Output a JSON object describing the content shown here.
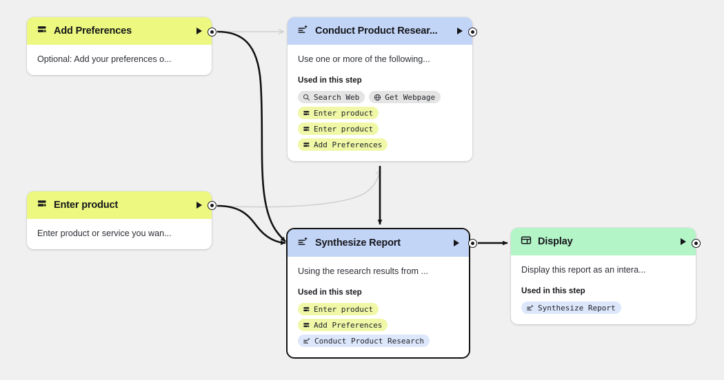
{
  "canvas": {
    "background_color": "#f0f0f0",
    "edge_color_active": "#111111",
    "edge_color_inactive": "#cfcfcf"
  },
  "nodes": [
    {
      "id": "add-preferences",
      "title": "Add Preferences",
      "icon": "input-form-icon",
      "header_color": "#ecf87f",
      "description": "Optional: Add your preferences o...",
      "selected": false,
      "used_in_this_step_label": "",
      "chips": []
    },
    {
      "id": "conduct-product-research",
      "title": "Conduct Product Resear...",
      "icon": "agent-sparkle-icon",
      "header_color": "#c3d5f7",
      "description": "Use one or more of the following...",
      "selected": false,
      "used_in_this_step_label": "Used in this step",
      "chips": [
        {
          "label": "Search Web",
          "icon": "search-icon",
          "style": "gray"
        },
        {
          "label": "Get Webpage",
          "icon": "globe-icon",
          "style": "gray"
        },
        {
          "label": "Enter product",
          "icon": "input-form-icon",
          "style": "yellow"
        },
        {
          "label": "Enter product",
          "icon": "input-form-icon",
          "style": "yellow"
        },
        {
          "label": "Add Preferences",
          "icon": "input-form-icon",
          "style": "yellow"
        }
      ]
    },
    {
      "id": "enter-product",
      "title": "Enter product",
      "icon": "input-form-icon",
      "header_color": "#ecf87f",
      "description": "Enter product or service you wan...",
      "selected": false,
      "used_in_this_step_label": "",
      "chips": []
    },
    {
      "id": "synthesize-report",
      "title": "Synthesize Report",
      "icon": "agent-sparkle-icon",
      "header_color": "#c3d5f7",
      "description": "Using the research results from ...",
      "selected": true,
      "used_in_this_step_label": "Used in this step",
      "chips": [
        {
          "label": "Enter product",
          "icon": "input-form-icon",
          "style": "yellow"
        },
        {
          "label": "Add Preferences",
          "icon": "input-form-icon",
          "style": "yellow"
        },
        {
          "label": "Conduct Product Research",
          "icon": "agent-sparkle-icon",
          "style": "blue"
        }
      ]
    },
    {
      "id": "display",
      "title": "Display",
      "icon": "display-window-icon",
      "header_color": "#b4f5c8",
      "description": "Display this report as an intera...",
      "selected": false,
      "used_in_this_step_label": "Used in this step",
      "chips": [
        {
          "label": "Synthesize Report",
          "icon": "agent-sparkle-icon",
          "style": "blue"
        }
      ]
    }
  ],
  "edges": [
    {
      "from": "add-preferences",
      "to": "conduct-product-research",
      "state": "inactive"
    },
    {
      "from": "add-preferences",
      "to": "synthesize-report",
      "state": "active"
    },
    {
      "from": "enter-product",
      "to": "conduct-product-research",
      "state": "inactive"
    },
    {
      "from": "enter-product",
      "to": "synthesize-report",
      "state": "active"
    },
    {
      "from": "conduct-product-research",
      "to": "synthesize-report",
      "state": "active"
    },
    {
      "from": "synthesize-report",
      "to": "display",
      "state": "active"
    }
  ]
}
